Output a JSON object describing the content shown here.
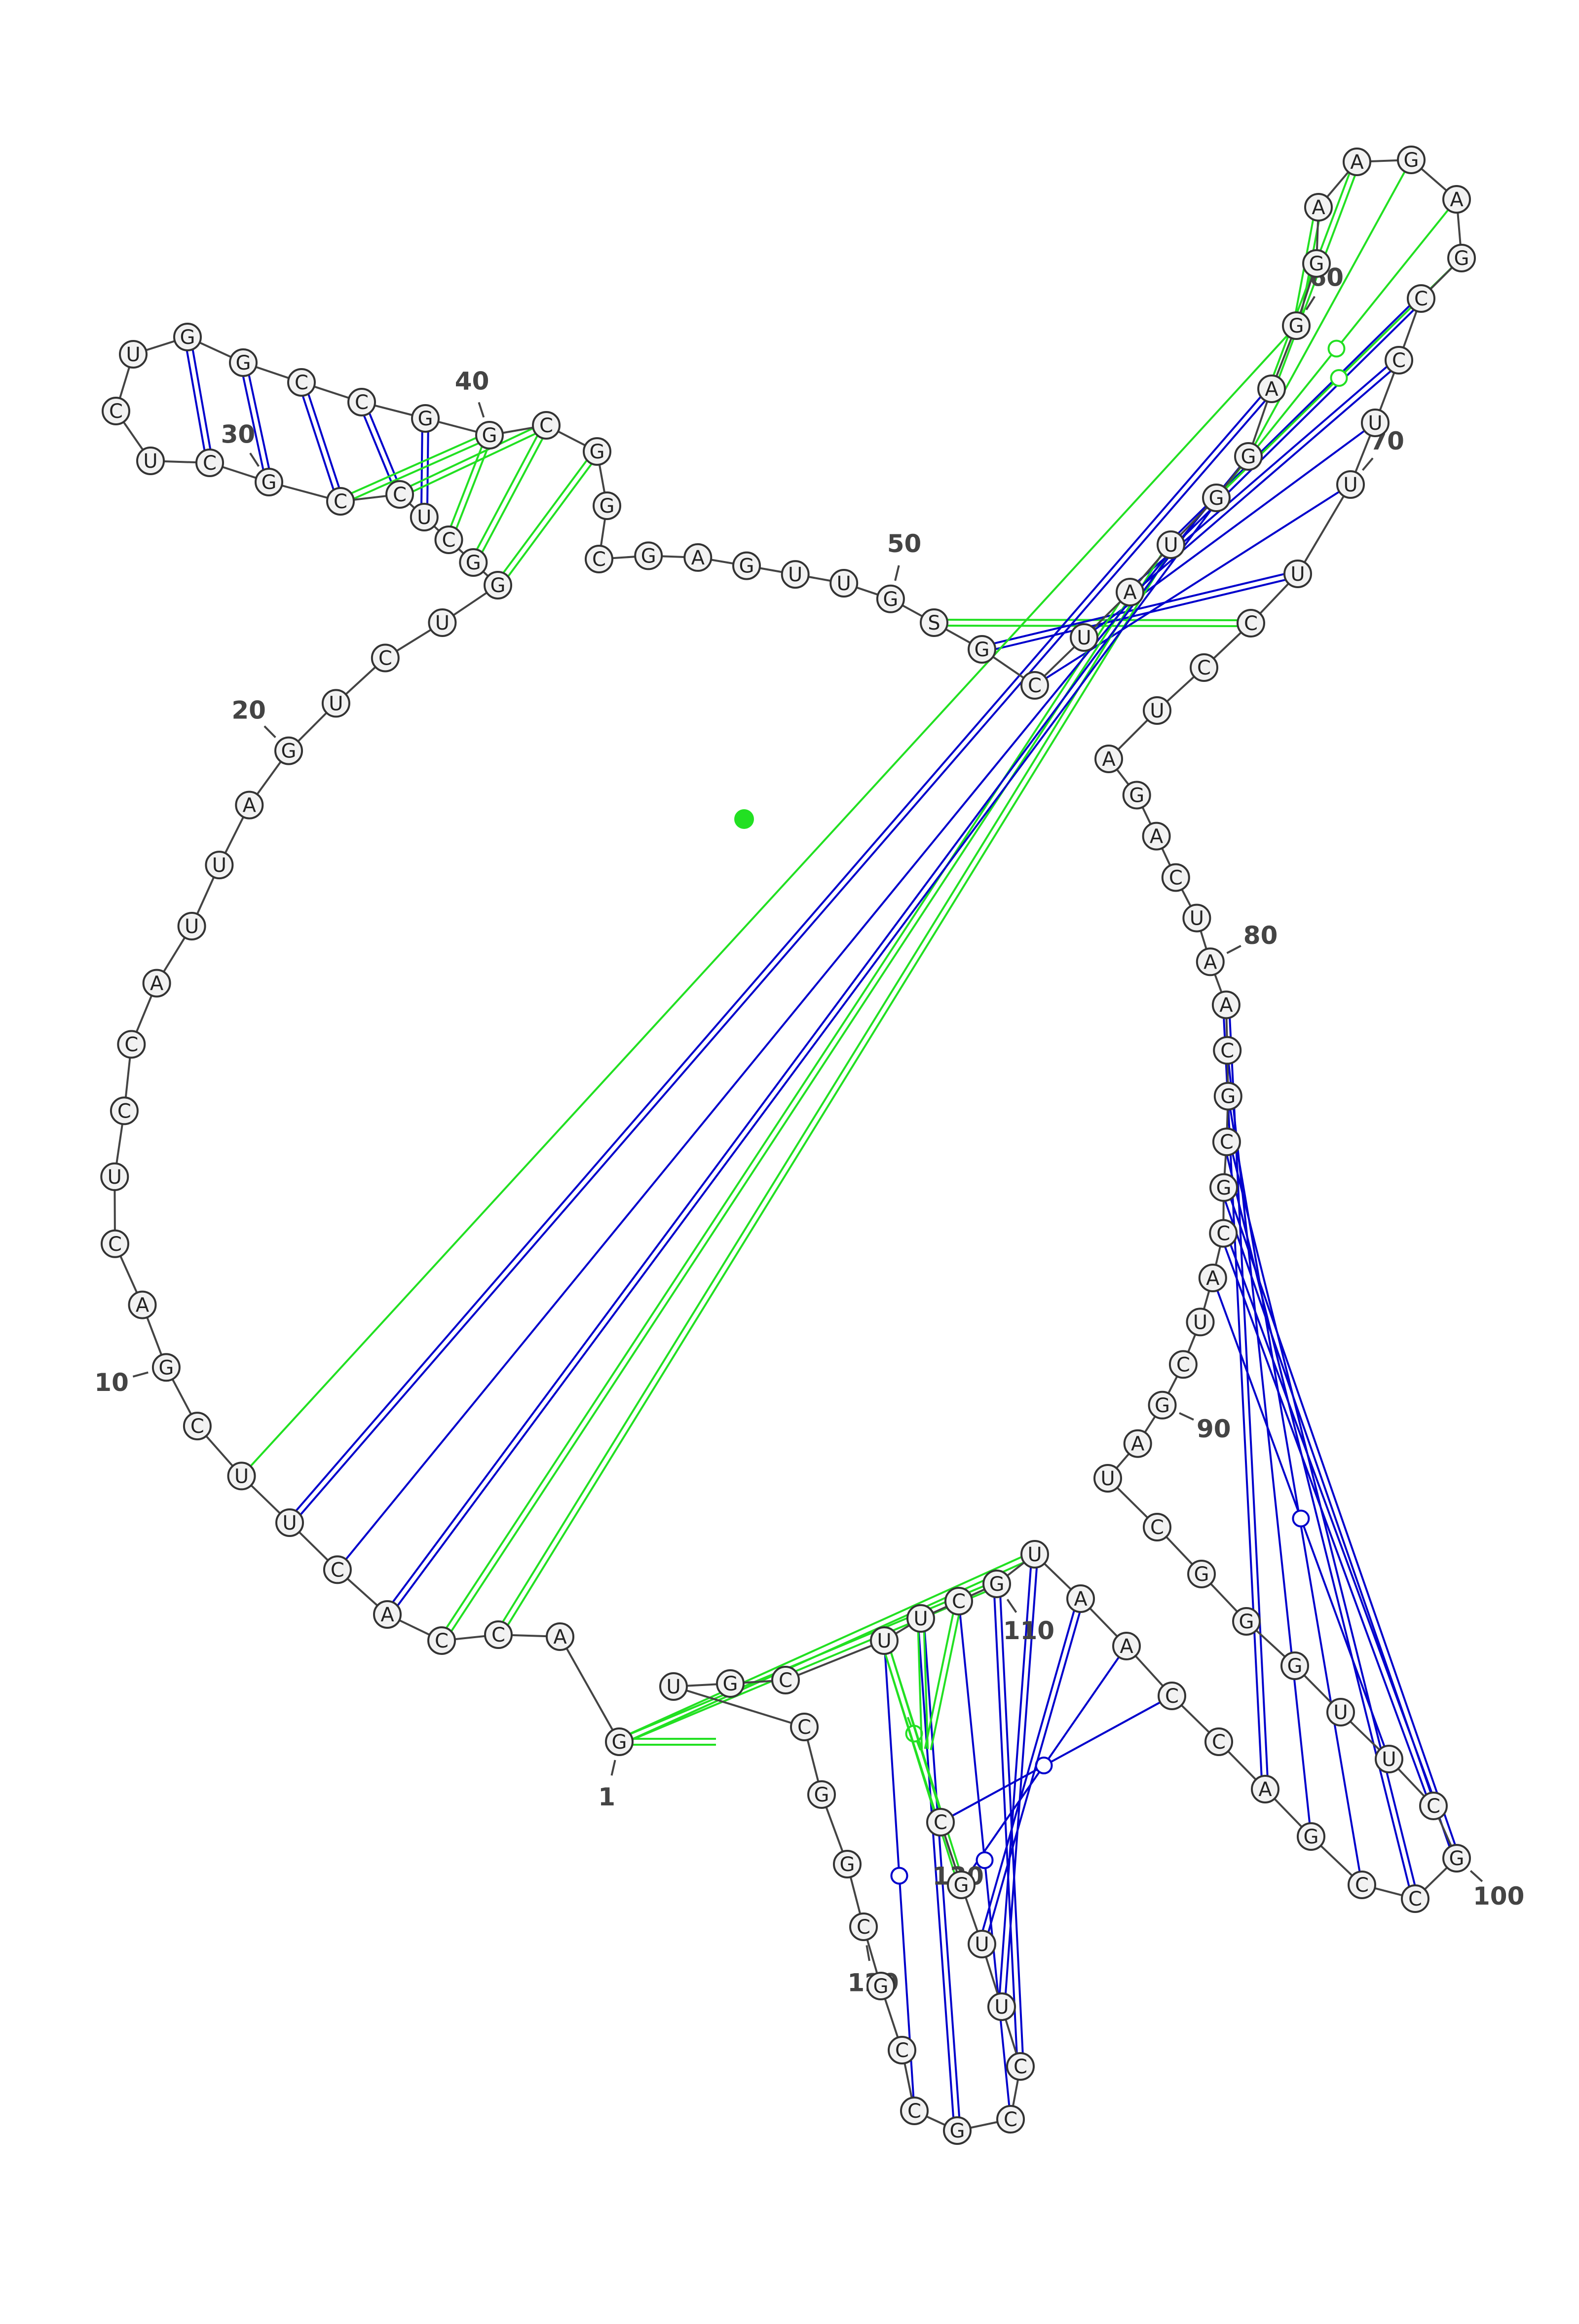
{
  "colors": {
    "canonical": "#0000cc",
    "noncanonical": "#22e022",
    "backbone": "#444444",
    "node_fill": "#f2f2f2",
    "node_stroke": "#333333",
    "text": "#222222"
  },
  "sequence": [
    "G",
    "A",
    "C",
    "C",
    "A",
    "C",
    "U",
    "U",
    "C",
    "G",
    "A",
    "C",
    "U",
    "C",
    "C",
    "A",
    "U",
    "U",
    "A",
    "G",
    "U",
    "C",
    "U",
    "G",
    "G",
    "C",
    "U",
    "C",
    "C",
    "G",
    "C",
    "U",
    "C",
    "U",
    "G",
    "G",
    "C",
    "C",
    "G",
    "G",
    "C",
    "G",
    "G",
    "C",
    "G",
    "A",
    "G",
    "U",
    "U",
    "G",
    "S",
    "G",
    "C",
    "U",
    "A",
    "U",
    "G",
    "G",
    "A",
    "G",
    "G",
    "A",
    "A",
    "G",
    "A",
    "G",
    "C",
    "C",
    "U",
    "U",
    "U",
    "C",
    "C",
    "U",
    "A",
    "G",
    "A",
    "C",
    "U",
    "A",
    "A",
    "C",
    "G",
    "C",
    "G",
    "C",
    "A",
    "U",
    "C",
    "G",
    "A",
    "U",
    "C",
    "G",
    "G",
    "G",
    "U",
    "U",
    "C",
    "G",
    "C",
    "C",
    "G",
    "A",
    "C",
    "C",
    "A",
    "A",
    "U",
    "G",
    "C",
    "U",
    "U",
    "C",
    "G",
    "U",
    "C",
    "G",
    "G",
    "C",
    "G",
    "C",
    "C",
    "G",
    "C",
    "C",
    "U",
    "U",
    "G",
    "C"
  ],
  "position_labels": [
    {
      "index": 1,
      "text": "1"
    },
    {
      "index": 10,
      "text": "10"
    },
    {
      "index": 20,
      "text": "20"
    },
    {
      "index": 30,
      "text": "30"
    },
    {
      "index": 40,
      "text": "40"
    },
    {
      "index": 50,
      "text": "50"
    },
    {
      "index": 60,
      "text": "60"
    },
    {
      "index": 70,
      "text": "70"
    },
    {
      "index": 80,
      "text": "80"
    },
    {
      "index": 90,
      "text": "90"
    },
    {
      "index": 100,
      "text": "100"
    },
    {
      "index": 110,
      "text": "110"
    },
    {
      "index": 120,
      "text": "120"
    },
    {
      "index": 130,
      "text": "130"
    }
  ],
  "pairs": [
    {
      "i": 24,
      "j": 42,
      "type": "noncanonical",
      "style": "double"
    },
    {
      "i": 25,
      "j": 41,
      "type": "noncanonical",
      "style": "double"
    },
    {
      "i": 26,
      "j": 40,
      "type": "noncanonical",
      "style": "double"
    },
    {
      "i": 27,
      "j": 39,
      "type": "canonical",
      "style": "double"
    },
    {
      "i": 28,
      "j": 38,
      "type": "canonical",
      "style": "double"
    },
    {
      "i": 29,
      "j": 37,
      "type": "canonical",
      "style": "double"
    },
    {
      "i": 30,
      "j": 36,
      "type": "canonical",
      "style": "double"
    },
    {
      "i": 31,
      "j": 35,
      "type": "canonical",
      "style": "double"
    },
    {
      "i": 29,
      "j": 40,
      "type": "noncanonical",
      "style": "double"
    },
    {
      "i": 28,
      "j": 41,
      "type": "noncanonical",
      "style": "double"
    },
    {
      "i": 51,
      "j": 72,
      "type": "noncanonical",
      "style": "double"
    },
    {
      "i": 52,
      "j": 71,
      "type": "canonical",
      "style": "double"
    },
    {
      "i": 53,
      "j": 70,
      "type": "canonical",
      "style": "single"
    },
    {
      "i": 54,
      "j": 69,
      "type": "canonical",
      "style": "single"
    },
    {
      "i": 55,
      "j": 68,
      "type": "canonical",
      "style": "double"
    },
    {
      "i": 56,
      "j": 67,
      "type": "canonical",
      "style": "double"
    },
    {
      "i": 57,
      "j": 66,
      "type": "noncanonical",
      "style": "circle"
    },
    {
      "i": 57,
      "j": 65,
      "type": "noncanonical",
      "style": "circle"
    },
    {
      "i": 58,
      "j": 64,
      "type": "noncanonical",
      "style": "single"
    },
    {
      "i": 59,
      "j": 63,
      "type": "noncanonical",
      "style": "double"
    },
    {
      "i": 60,
      "j": 62,
      "type": "noncanonical",
      "style": "double"
    },
    {
      "i": 3,
      "j": 56,
      "type": "noncanonical",
      "style": "double"
    },
    {
      "i": 4,
      "j": 55,
      "type": "noncanonical",
      "style": "double"
    },
    {
      "i": 5,
      "j": 57,
      "type": "canonical",
      "style": "double"
    },
    {
      "i": 6,
      "j": 58,
      "type": "canonical",
      "style": "single"
    },
    {
      "i": 7,
      "j": 59,
      "type": "canonical",
      "style": "double"
    },
    {
      "i": 8,
      "j": 60,
      "type": "noncanonical",
      "style": "single"
    },
    {
      "i": 81,
      "j": 104,
      "type": "canonical",
      "style": "double"
    },
    {
      "i": 82,
      "j": 103,
      "type": "canonical",
      "style": "single"
    },
    {
      "i": 83,
      "j": 102,
      "type": "canonical",
      "style": "single"
    },
    {
      "i": 84,
      "j": 101,
      "type": "canonical",
      "style": "double"
    },
    {
      "i": 85,
      "j": 100,
      "type": "canonical",
      "style": "double"
    },
    {
      "i": 86,
      "j": 99,
      "type": "canonical",
      "style": "double"
    },
    {
      "i": 87,
      "j": 98,
      "type": "canonical",
      "style": "circle"
    },
    {
      "i": 106,
      "j": 130,
      "type": "canonical",
      "style": "single"
    },
    {
      "i": 107,
      "j": 129,
      "type": "canonical",
      "style": "circle"
    },
    {
      "i": 108,
      "j": 128,
      "type": "canonical",
      "style": "double"
    },
    {
      "i": 109,
      "j": 127,
      "type": "canonical",
      "style": "double"
    },
    {
      "i": 110,
      "j": 126,
      "type": "canonical",
      "style": "double"
    },
    {
      "i": 111,
      "j": 125,
      "type": "canonical",
      "style": "circle"
    },
    {
      "i": 112,
      "j": 124,
      "type": "canonical",
      "style": "double"
    },
    {
      "i": 113,
      "j": 123,
      "type": "canonical",
      "style": "circle"
    },
    {
      "i": 131,
      "j": 132,
      "type": "noncanonical",
      "style": "circle"
    },
    {
      "i": 1,
      "j": 133,
      "type": "noncanonical",
      "style": "double"
    },
    {
      "i": 1,
      "j": 109,
      "type": "noncanonical",
      "style": "double"
    },
    {
      "i": 1,
      "j": 110,
      "type": "noncanonical",
      "style": "double"
    },
    {
      "i": 131,
      "j": 111,
      "type": "noncanonical",
      "style": "double"
    },
    {
      "i": 131,
      "j": 112,
      "type": "noncanonical",
      "style": "double"
    },
    {
      "i": 130,
      "j": 113,
      "type": "noncanonical",
      "style": "double"
    },
    {
      "i": 129,
      "j": 113,
      "type": "noncanonical",
      "style": "double"
    }
  ]
}
